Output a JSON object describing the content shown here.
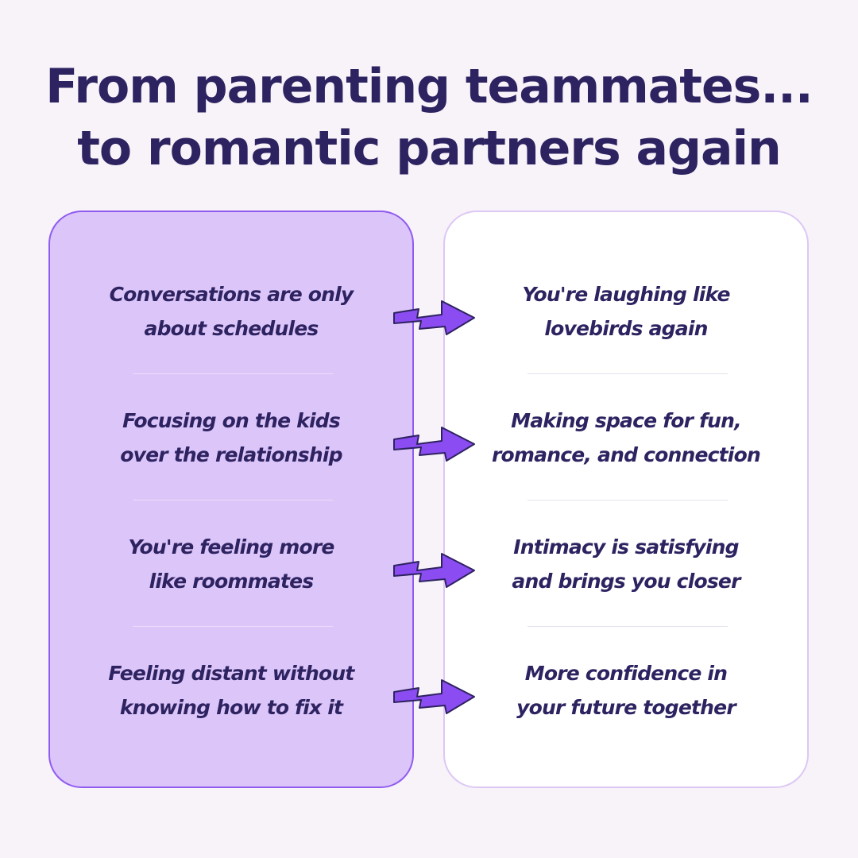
{
  "title": {
    "line1": "From parenting teammates...",
    "line2": "to romantic partners again"
  },
  "left_items": [
    {
      "text": "Conversations are only\nabout schedules"
    },
    {
      "text": "Focusing on the kids\nover the relationship"
    },
    {
      "text": "You're feeling more\nlike roommates"
    },
    {
      "text": "Feeling distant without\nknowing how to fix it"
    }
  ],
  "right_items": [
    {
      "text": "You're laughing like\nlovebirds again"
    },
    {
      "text": "Making space for fun,\nromance, and connection"
    },
    {
      "text": "Intimacy is satisfying\nand brings you closer"
    },
    {
      "text": "More confidence in\nyour future together"
    }
  ],
  "colors": {
    "background": "#f8f2f9",
    "heading": "#2e2361",
    "left_panel": "#dcc5f9",
    "left_border": "#8f5cf0",
    "right_panel": "#ffffff",
    "arrow": "#8b4cf2"
  },
  "icons": {
    "arrow": "zigzag-arrow-icon"
  }
}
